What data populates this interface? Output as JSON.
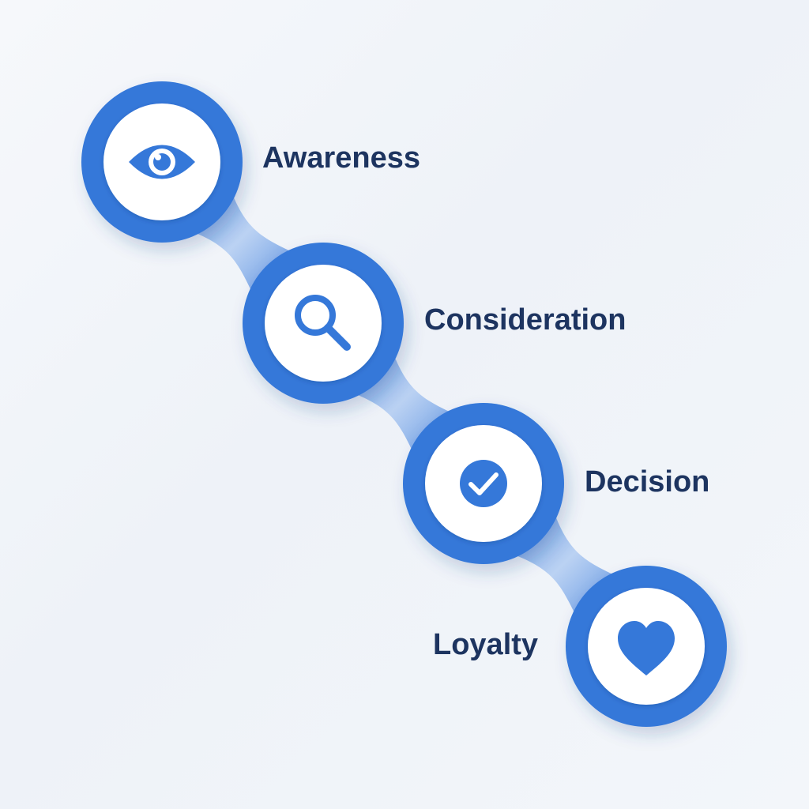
{
  "colors": {
    "accent": "#3578d9",
    "accent_light": "#8fb6ee",
    "text": "#1d3460",
    "disc": "#ffffff"
  },
  "stages": [
    {
      "label": "Awareness",
      "icon": "eye-icon"
    },
    {
      "label": "Consideration",
      "icon": "magnifier-icon"
    },
    {
      "label": "Decision",
      "icon": "check-circle-icon"
    },
    {
      "label": "Loyalty",
      "icon": "heart-icon"
    }
  ]
}
